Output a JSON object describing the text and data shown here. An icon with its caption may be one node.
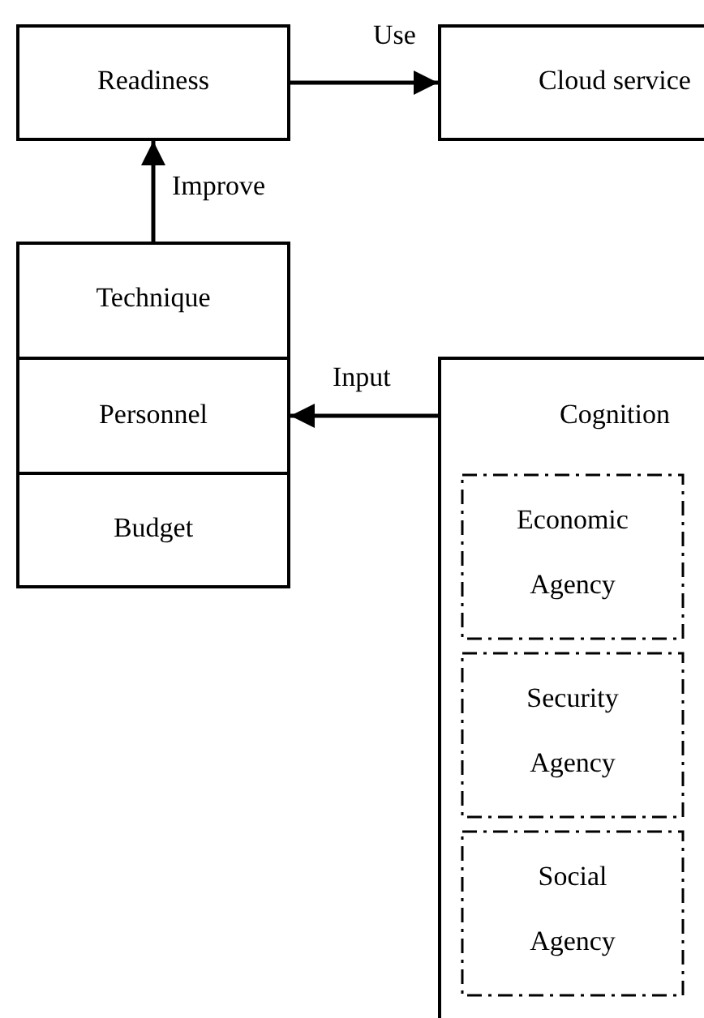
{
  "diagram": {
    "nodes": [
      {
        "text": [
          "Readiness"
        ]
      },
      {
        "text": [
          "Cloud service"
        ]
      },
      {
        "text": [
          "Technique"
        ]
      },
      {
        "text": [
          "Personnel"
        ]
      },
      {
        "text": [
          "Budget"
        ]
      },
      {
        "text": [
          "Cognition"
        ]
      },
      {
        "text": [
          "Economic Agency"
        ],
        "in": 5
      },
      {
        "text": [
          "Security Agency"
        ],
        "in": 5
      },
      {
        "text": [
          "Social Agency"
        ],
        "in": 5
      }
    ],
    "edges": [
      {
        "from": 0,
        "to": 1,
        "arrow": "to",
        "label": "Use"
      },
      {
        "from": 2,
        "to": 0,
        "arrow": "to",
        "label": "Improve"
      },
      {
        "from": 5,
        "to": 3,
        "arrow": "to",
        "label": "Input"
      }
    ]
  }
}
